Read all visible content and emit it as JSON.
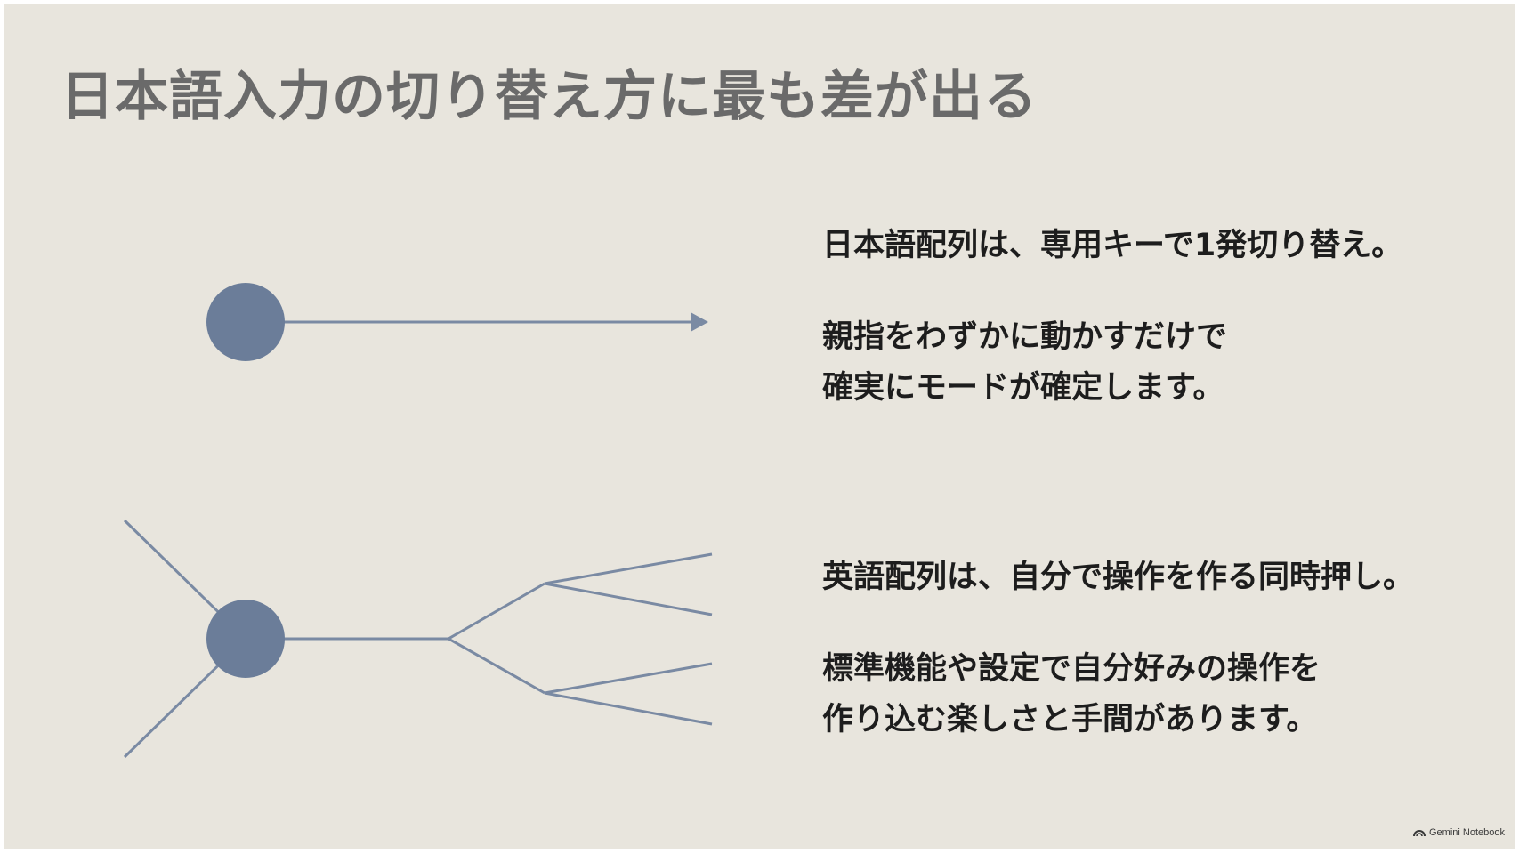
{
  "slide": {
    "title": "日本語入力の切り替え方に最も差が出る"
  },
  "japanese_layout": {
    "lead": "日本語配列は、専用キーで1発切り替え。",
    "detail_line1": "親指をわずかに動かすだけで",
    "detail_line2": "確実にモードが確定します。"
  },
  "english_layout": {
    "lead": "英語配列は、自分で操作を作る同時押し。",
    "detail_line1": "標準機能や設定で自分好みの操作を",
    "detail_line2": "作り込む楽しさと手間があります。"
  },
  "branding": {
    "label": "Gemini Notebook",
    "icon": "notebook-logo-icon"
  },
  "colors": {
    "background": "#e8e5dd",
    "node": "#6b7d99",
    "line": "#7a8aa3",
    "title": "#6a6a6a",
    "body_text": "#1d1d1d"
  }
}
